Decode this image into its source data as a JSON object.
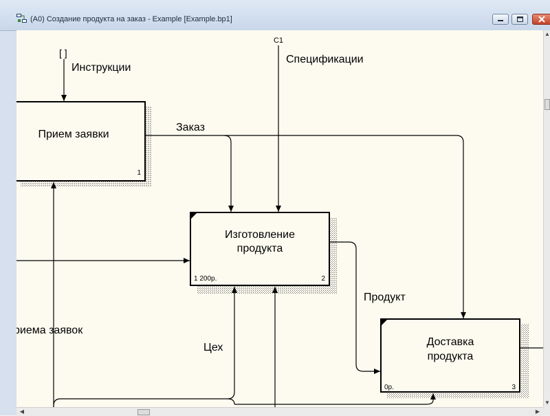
{
  "window": {
    "title": "(A0) Создание продукта на заказ - Example  [Example.bp1]",
    "icon": "app-diagram-icon"
  },
  "diagram": {
    "tunnel_mark": "[ ]",
    "arrows": {
      "instructions": "Инструкции",
      "spec_code": "C1",
      "specifications": "Спецификации",
      "order": "Заказ",
      "product": "Продукт",
      "orders_cut": "риема заявок",
      "workshop": "Цех"
    },
    "boxes": [
      {
        "name": "Прием заявки",
        "lines": [
          "Прием заявки"
        ],
        "number": "1",
        "cost": ""
      },
      {
        "name": "Изготовление продукта",
        "lines": [
          "Изготовление",
          "продукта"
        ],
        "number": "2",
        "cost": "1 200р."
      },
      {
        "name": "Доставка продукта",
        "lines": [
          "Доставка",
          "продукта"
        ],
        "number": "3",
        "cost": "0р."
      }
    ]
  },
  "colors": {
    "canvas": "#fdfbf0",
    "line": "#000000",
    "shadow": "#9a9a9a"
  }
}
